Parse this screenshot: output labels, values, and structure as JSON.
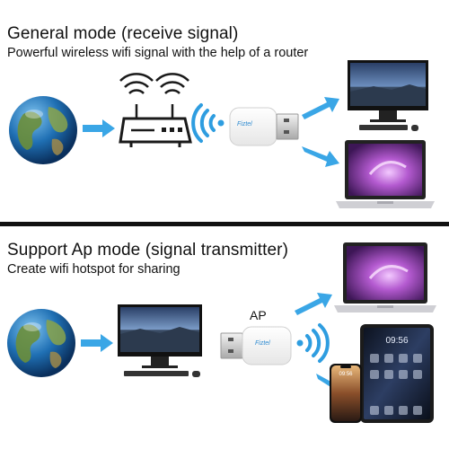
{
  "sections": [
    {
      "title": "General mode (receive signal)",
      "subtitle": "Powerful wireless wifi signal with the help of a router",
      "adapter_brand": "Fiztel"
    },
    {
      "title": "Support Ap mode (signal transmitter)",
      "subtitle": "Create wifi hotspot for sharing",
      "ap_label": "AP",
      "adapter_brand": "Fiztel",
      "phone_time": "09:56",
      "tablet_time": "09:56"
    }
  ],
  "colors": {
    "arrow": "#3aa6e6",
    "wifi_signal": "#2e9de0",
    "router": "#1a1a1a",
    "divider": "#111111"
  },
  "icons": [
    "globe-icon",
    "router-icon",
    "wifi-signal-icon",
    "usb-adapter-icon",
    "monitor-icon",
    "laptop-icon",
    "phone-icon",
    "tablet-icon",
    "arrow-icon"
  ]
}
